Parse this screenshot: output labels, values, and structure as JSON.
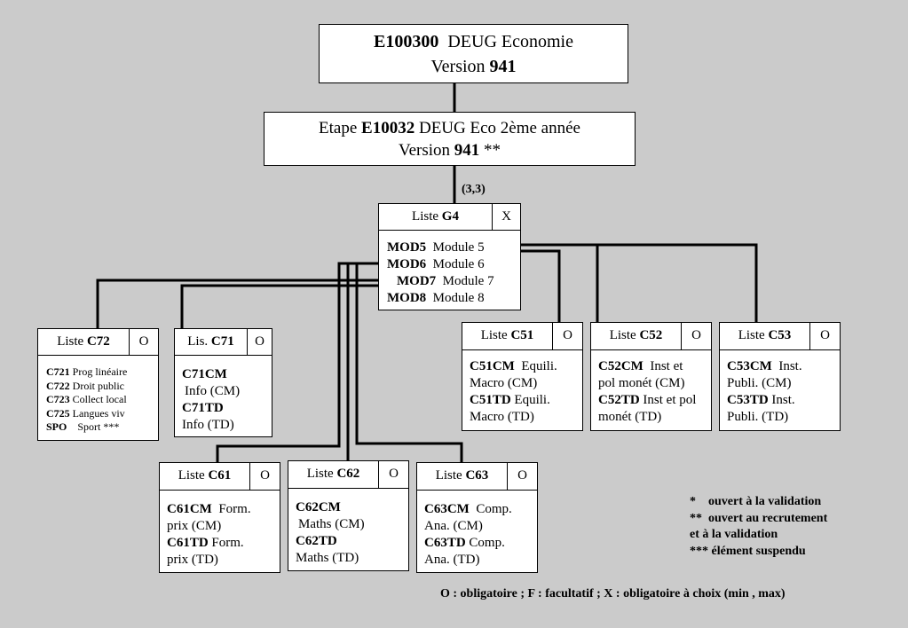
{
  "diploma": {
    "code": "E100300",
    "title": "DEUG Economie",
    "version_prefix": "Version",
    "version_num": "941"
  },
  "etape": {
    "prefix": "Etape",
    "code": "E10032",
    "title": "DEUG Eco 2ème année",
    "version_prefix": "Version",
    "version_num": "941",
    "suffix": "**"
  },
  "card_label": "(3,3)",
  "g4": {
    "prefix": "Liste",
    "code": "G4",
    "type": "X",
    "items": [
      {
        "code": "MOD5",
        "label": "Module 5"
      },
      {
        "code": "MOD6",
        "label": "Module 6"
      },
      {
        "code": "MOD7",
        "label": "Module 7"
      },
      {
        "code": "MOD8",
        "label": "Module 8"
      }
    ]
  },
  "c72": {
    "prefix": "Liste",
    "code": "C72",
    "type": "O",
    "items": [
      {
        "code": "C721",
        "label": "Prog linéaire"
      },
      {
        "code": "C722",
        "label": "Droit public"
      },
      {
        "code": "C723",
        "label": "Collect local"
      },
      {
        "code": "C725",
        "label": "Langues viv"
      },
      {
        "code": "SPO",
        "label": "Sport ***"
      }
    ]
  },
  "c71": {
    "prefix": "Lis.",
    "code": "C71",
    "type": "O",
    "lines": [
      {
        "code": "C71CM",
        "text": ""
      },
      {
        "code": "",
        "text": "Info (CM)"
      },
      {
        "code": "C71TD",
        "text": ""
      },
      {
        "code": "",
        "text": "Info (TD)"
      }
    ]
  },
  "c51": {
    "prefix": "Liste",
    "code": "C51",
    "type": "O",
    "lines": [
      {
        "code": "C51CM",
        "text": "Equili."
      },
      {
        "code": "",
        "text": "Macro (CM)"
      },
      {
        "code": "C51TD",
        "text": "Equili."
      },
      {
        "code": "",
        "text": "Macro (TD)"
      }
    ]
  },
  "c52": {
    "prefix": "Liste",
    "code": "C52",
    "type": "O",
    "lines": [
      {
        "code": "C52CM",
        "text": "Inst et"
      },
      {
        "code": "",
        "text": "pol monét (CM)"
      },
      {
        "code": "C52TD",
        "text": "Inst et pol"
      },
      {
        "code": "",
        "text": "monét (TD)"
      }
    ]
  },
  "c53": {
    "prefix": "Liste",
    "code": "C53",
    "type": "O",
    "lines": [
      {
        "code": "C53CM",
        "text": "Inst."
      },
      {
        "code": "",
        "text": "Publi. (CM)"
      },
      {
        "code": "C53TD",
        "text": "Inst."
      },
      {
        "code": "",
        "text": "Publi. (TD)"
      }
    ]
  },
  "c61": {
    "prefix": "Liste",
    "code": "C61",
    "type": "O",
    "lines": [
      {
        "code": "C61CM",
        "text": "Form."
      },
      {
        "code": "",
        "text": "prix (CM)"
      },
      {
        "code": "C61TD",
        "text": "Form."
      },
      {
        "code": "",
        "text": "prix (TD)"
      }
    ]
  },
  "c62": {
    "prefix": "Liste",
    "code": "C62",
    "type": "O",
    "lines": [
      {
        "code": "C62CM",
        "text": ""
      },
      {
        "code": "",
        "text": "Maths (CM)"
      },
      {
        "code": "C62TD",
        "text": ""
      },
      {
        "code": "",
        "text": "Maths (TD)"
      }
    ]
  },
  "c63": {
    "prefix": "Liste",
    "code": "C63",
    "type": "O",
    "lines": [
      {
        "code": "C63CM",
        "text": "Comp."
      },
      {
        "code": "",
        "text": "Ana. (CM)"
      },
      {
        "code": "C63TD",
        "text": "Comp."
      },
      {
        "code": "",
        "text": "Ana. (TD)"
      }
    ]
  },
  "legend_notes": [
    {
      "mark": "*",
      "text": "ouvert à la validation"
    },
    {
      "mark": "**",
      "text": "ouvert au recrutement"
    },
    {
      "mark": "",
      "text": "et à la validation"
    },
    {
      "mark": "***",
      "text": "élément suspendu"
    }
  ],
  "legend_types": "O : obligatoire ; F : facultatif ; X : obligatoire à choix (min , max)"
}
